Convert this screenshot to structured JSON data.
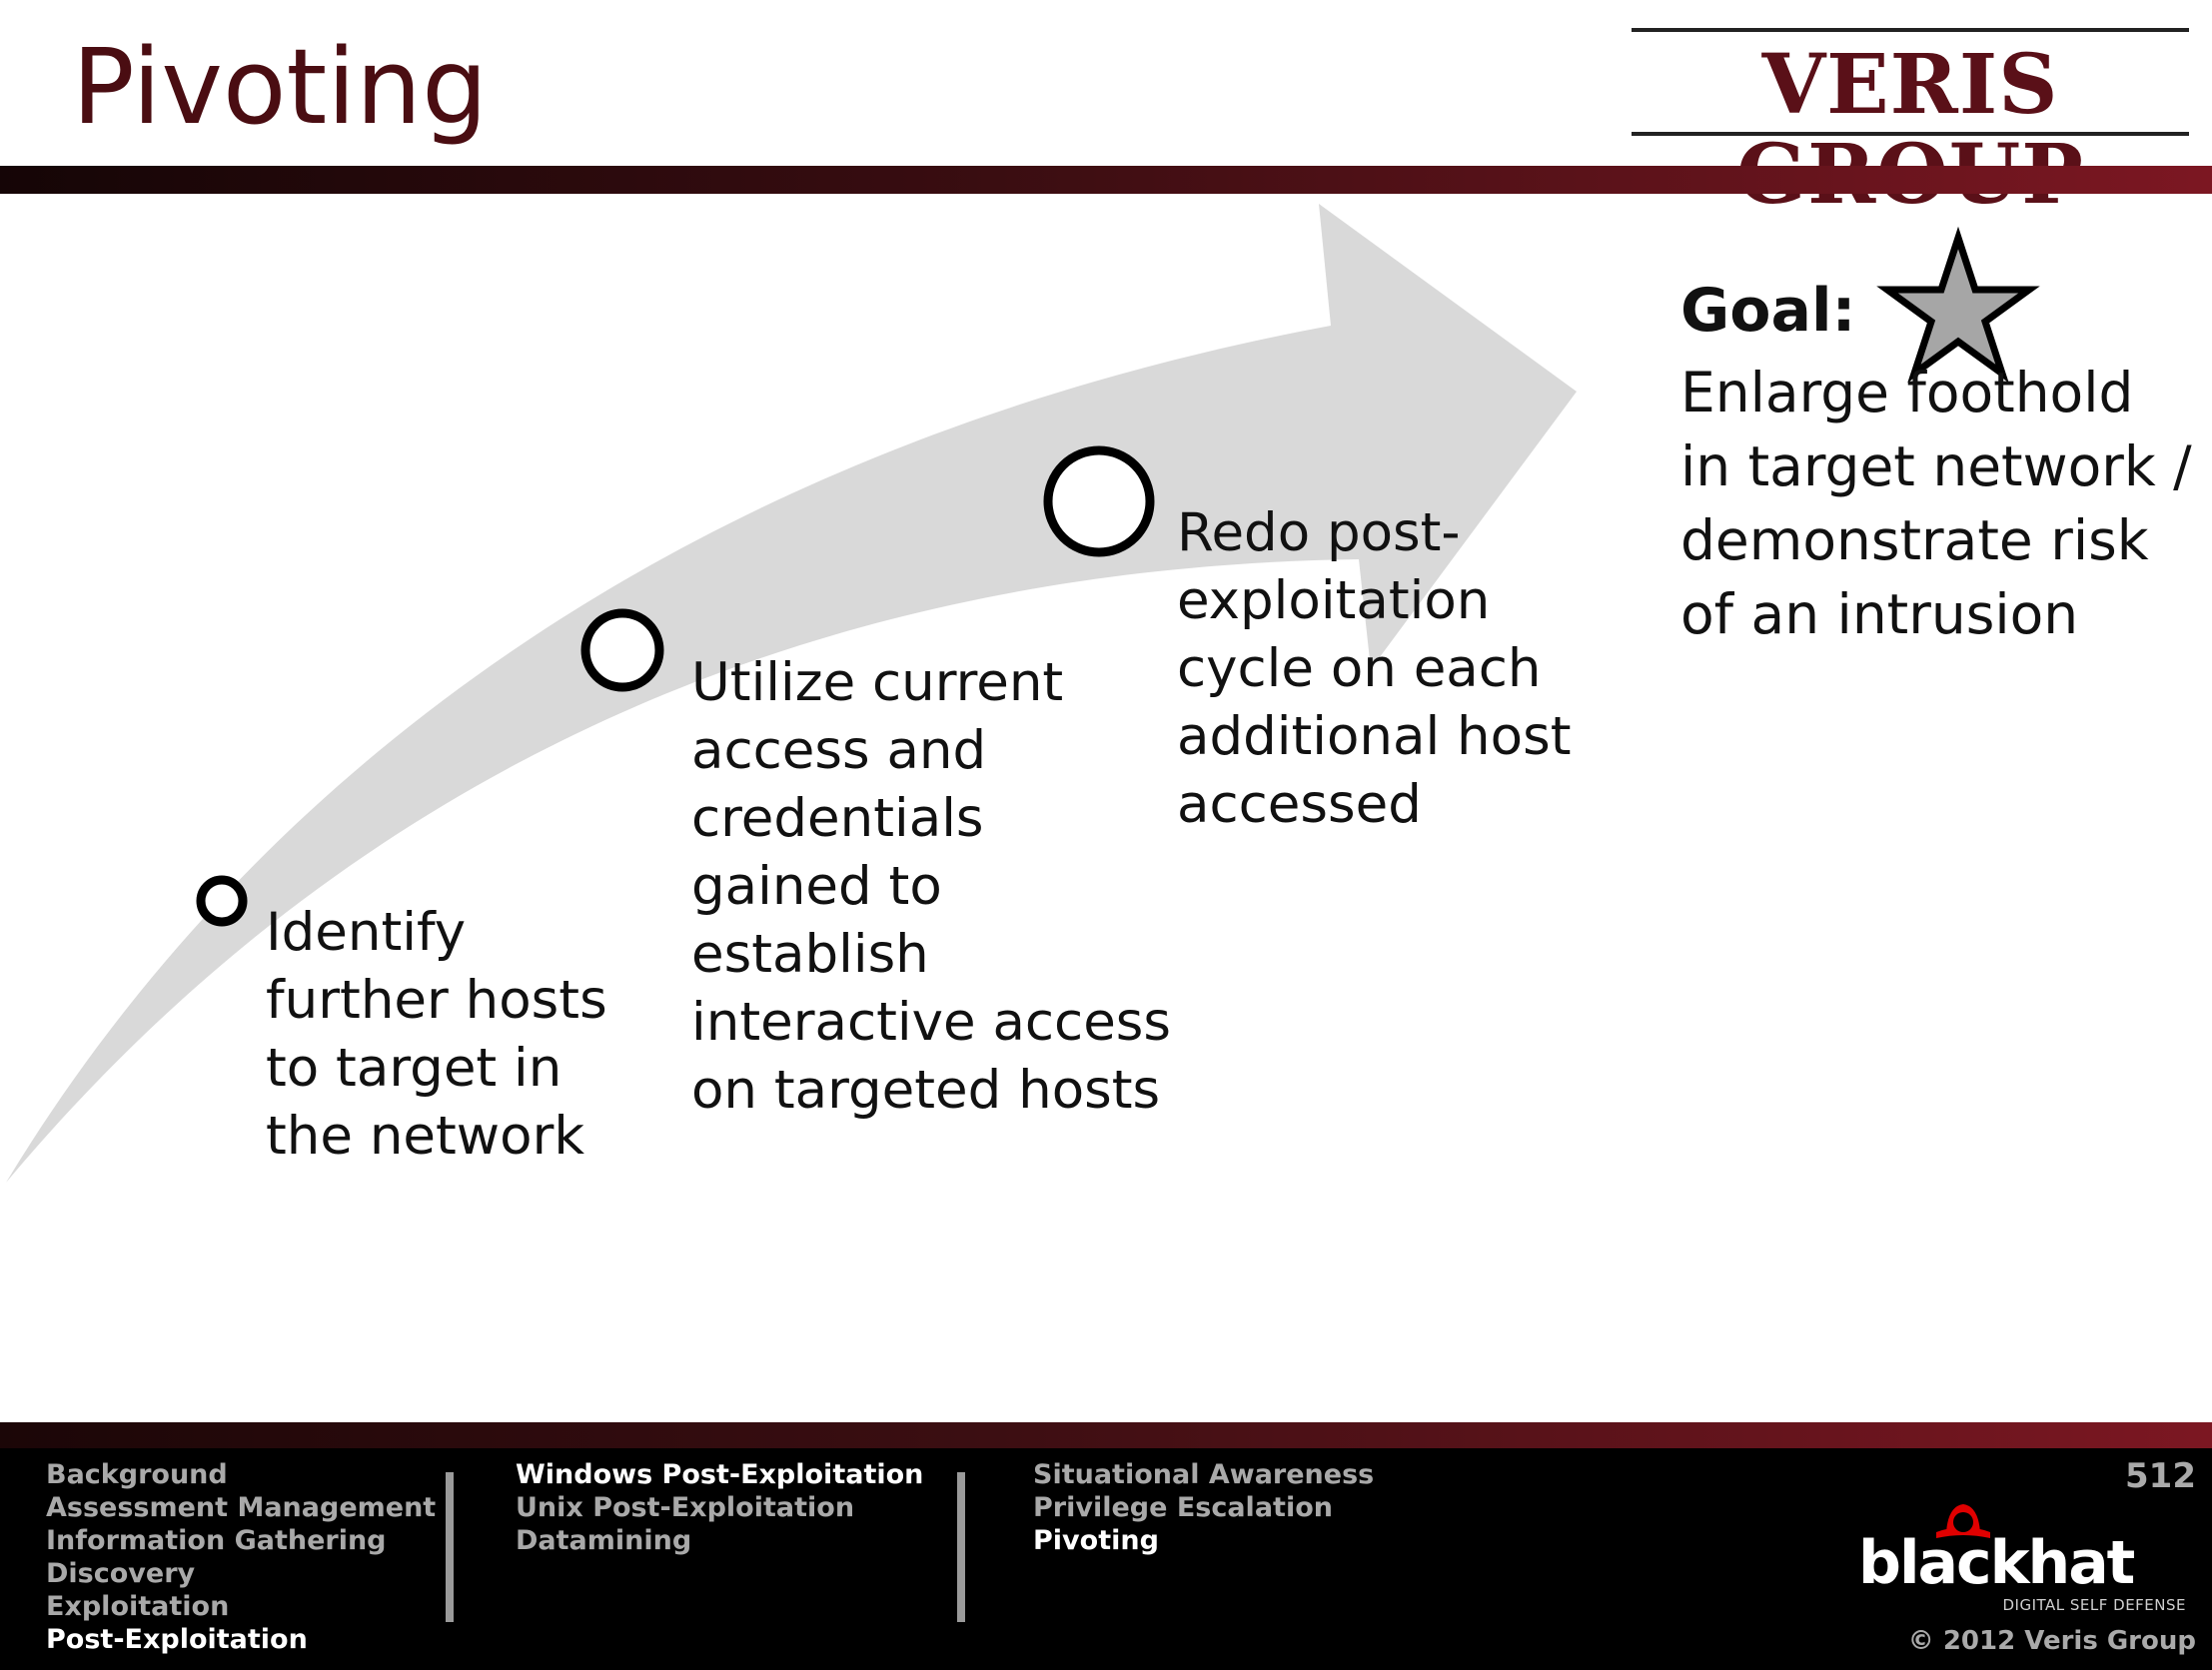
{
  "slide": {
    "title": "Pivoting",
    "logo": "VERIS GROUP"
  },
  "steps": [
    {
      "text": "Identify\nfurther hosts\nto target in\nthe network"
    },
    {
      "text": "Utilize current\naccess and\ncredentials\ngained to\nestablish\ninteractive access\non targeted hosts"
    },
    {
      "text": "Redo post-\nexploitation\ncycle on each\nadditional host\naccessed"
    }
  ],
  "goal": {
    "label": "Goal:",
    "text": "Enlarge foothold\nin target network /\ndemonstrate risk\nof an intrusion"
  },
  "footer": {
    "nav_col1": [
      {
        "label": "Background",
        "active": false
      },
      {
        "label": "Assessment Management",
        "active": false
      },
      {
        "label": "Information Gathering",
        "active": false
      },
      {
        "label": "Discovery",
        "active": false
      },
      {
        "label": "Exploitation",
        "active": false
      },
      {
        "label": "Post-Exploitation",
        "active": true
      }
    ],
    "nav_col2": [
      {
        "label": "Windows Post-Exploitation",
        "active": true
      },
      {
        "label": "Unix Post-Exploitation",
        "active": false
      },
      {
        "label": "Datamining",
        "active": false
      }
    ],
    "nav_col3": [
      {
        "label": "Situational Awareness",
        "active": false
      },
      {
        "label": "Privilege Escalation",
        "active": false
      },
      {
        "label": "Pivoting",
        "active": true
      }
    ],
    "page_number": "512",
    "brand": "blackhat",
    "brand_tagline": "DIGITAL SELF DEFENSE",
    "copyright": "© 2012 Veris Group"
  },
  "colors": {
    "title": "#4a0d12",
    "accent_band": "#7c1722",
    "arrow_fill": "#d9d9d9",
    "star_fill": "#a6a6a6"
  }
}
